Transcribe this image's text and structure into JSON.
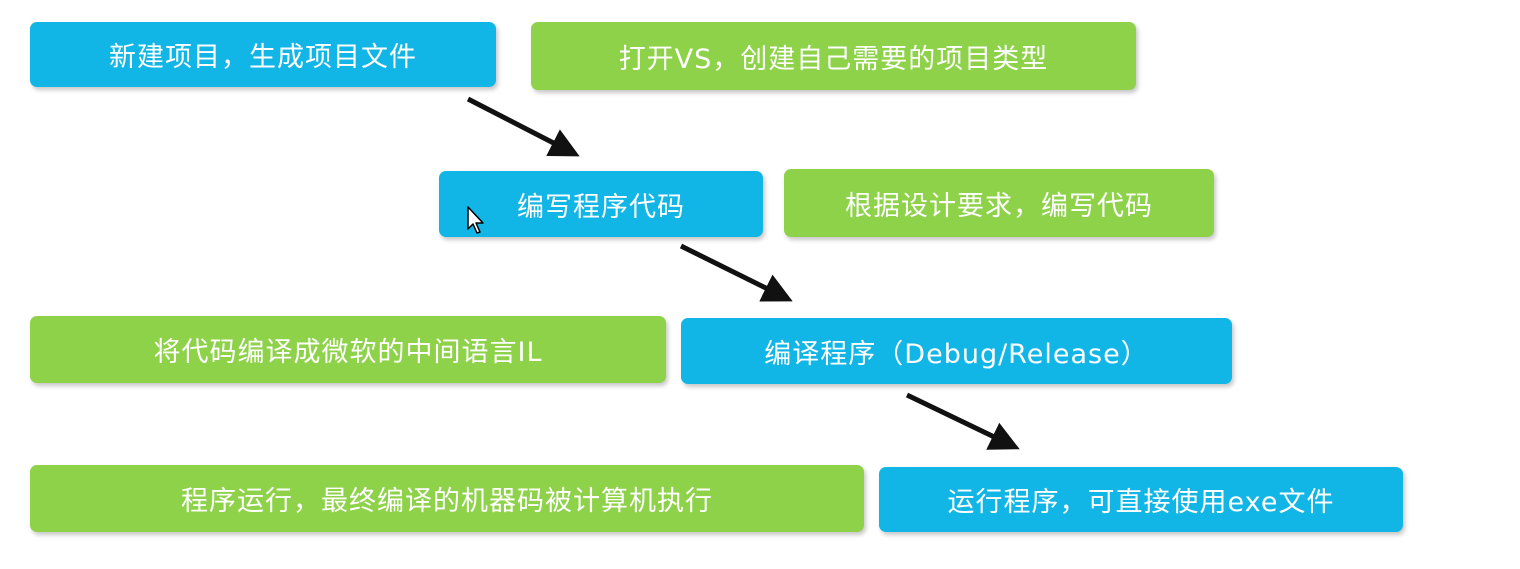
{
  "steps": [
    {
      "label": "新建项目，生成项目文件",
      "description": "打开VS，创建自己需要的项目类型"
    },
    {
      "label": "编写程序代码",
      "description": "根据设计要求，编写代码"
    },
    {
      "label": "编译程序（Debug/Release）",
      "description": "将代码编译成微软的中间语言IL"
    },
    {
      "label": "运行程序，可直接使用exe文件",
      "description": "程序运行，最终编译的机器码被计算机执行"
    }
  ],
  "colors": {
    "step_box": "#12b6e6",
    "description_box": "#8ed24a",
    "arrow": "#111111",
    "text": "#ffffff"
  },
  "icons": [
    "arrow-icon",
    "mouse-pointer-icon"
  ]
}
